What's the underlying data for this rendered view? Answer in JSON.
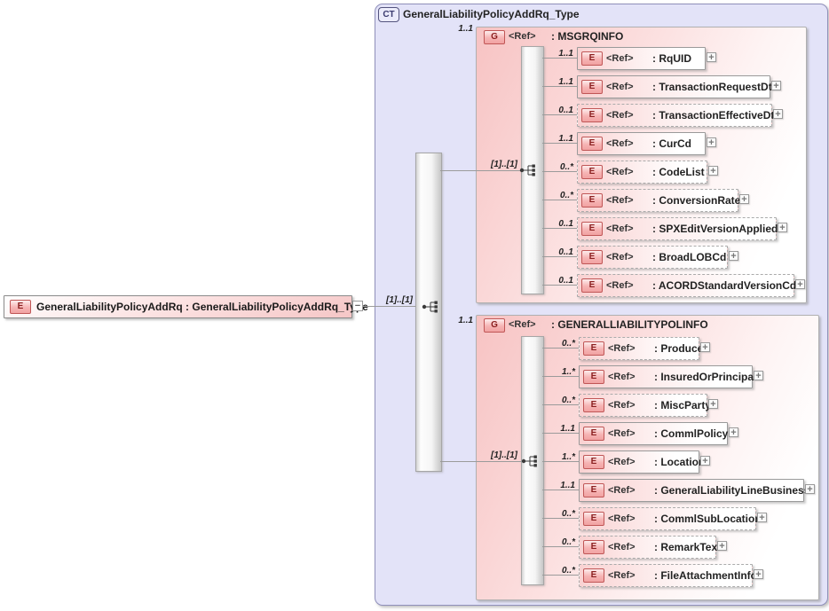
{
  "root_element": {
    "badge": "E",
    "label": "GeneralLiabilityPolicyAddRq : GeneralLiabilityPolicyAddRq_Type",
    "collapse_icon": "−"
  },
  "complex_type": {
    "badge": "CT",
    "title": "GeneralLiabilityPolicyAddRq_Type"
  },
  "connectors": {
    "root_to_type": "[1]..[1]",
    "type_to_group1": "[1]..[1]",
    "type_to_group2": "[1]..[1]"
  },
  "groups": [
    {
      "badge": "G",
      "ref": "<Ref>",
      "name": ": MSGRQINFO",
      "cardinality": "1..1",
      "elements": [
        {
          "badge": "E",
          "ref": "<Ref>",
          "name": ": RqUID",
          "cardinality": "1..1",
          "expand_icon": "+"
        },
        {
          "badge": "E",
          "ref": "<Ref>",
          "name": ": TransactionRequestDt",
          "cardinality": "1..1",
          "expand_icon": "+"
        },
        {
          "badge": "E",
          "ref": "<Ref>",
          "name": ": TransactionEffectiveDt",
          "cardinality": "0..1",
          "expand_icon": "+"
        },
        {
          "badge": "E",
          "ref": "<Ref>",
          "name": ": CurCd",
          "cardinality": "1..1",
          "expand_icon": "+"
        },
        {
          "badge": "E",
          "ref": "<Ref>",
          "name": ": CodeList",
          "cardinality": "0..*",
          "expand_icon": "+"
        },
        {
          "badge": "E",
          "ref": "<Ref>",
          "name": ": ConversionRate",
          "cardinality": "0..*",
          "expand_icon": "+"
        },
        {
          "badge": "E",
          "ref": "<Ref>",
          "name": ": SPXEditVersionApplied",
          "cardinality": "0..1",
          "expand_icon": "+"
        },
        {
          "badge": "E",
          "ref": "<Ref>",
          "name": ": BroadLOBCd",
          "cardinality": "0..1",
          "expand_icon": "+"
        },
        {
          "badge": "E",
          "ref": "<Ref>",
          "name": ": ACORDStandardVersionCd",
          "cardinality": "0..1",
          "expand_icon": "+"
        }
      ]
    },
    {
      "badge": "G",
      "ref": "<Ref>",
      "name": ": GENERALLIABILITYPOLINFO",
      "cardinality": "1..1",
      "elements": [
        {
          "badge": "E",
          "ref": "<Ref>",
          "name": ": Producer",
          "cardinality": "0..*",
          "expand_icon": "+"
        },
        {
          "badge": "E",
          "ref": "<Ref>",
          "name": ": InsuredOrPrincipal",
          "cardinality": "1..*",
          "expand_icon": "+"
        },
        {
          "badge": "E",
          "ref": "<Ref>",
          "name": ": MiscParty",
          "cardinality": "0..*",
          "expand_icon": "+"
        },
        {
          "badge": "E",
          "ref": "<Ref>",
          "name": ": CommlPolicy",
          "cardinality": "1..1",
          "expand_icon": "+"
        },
        {
          "badge": "E",
          "ref": "<Ref>",
          "name": ": Location",
          "cardinality": "1..*",
          "expand_icon": "+"
        },
        {
          "badge": "E",
          "ref": "<Ref>",
          "name": ": GeneralLiabilityLineBusiness",
          "cardinality": "1..1",
          "expand_icon": "+"
        },
        {
          "badge": "E",
          "ref": "<Ref>",
          "name": ": CommlSubLocation",
          "cardinality": "0..*",
          "expand_icon": "+"
        },
        {
          "badge": "E",
          "ref": "<Ref>",
          "name": ": RemarkText",
          "cardinality": "0..*",
          "expand_icon": "+"
        },
        {
          "badge": "E",
          "ref": "<Ref>",
          "name": ": FileAttachmentInfo",
          "cardinality": "0..*",
          "expand_icon": "+"
        }
      ]
    }
  ],
  "colors": {
    "type_fill": "#e3e3f8",
    "type_border": "#9090bb",
    "group_fill": "#f7c3c3",
    "element_fill": "#f9d2d2",
    "badge_fill": "#f6b4b4",
    "badge_border": "#c05656",
    "badge_text": "#8b2020",
    "line": "#9b9b9b"
  }
}
